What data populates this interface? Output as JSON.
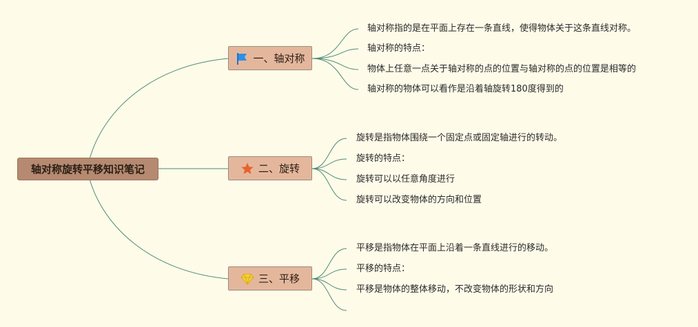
{
  "root": {
    "title": "轴对称旋转平移知识笔记"
  },
  "branches": [
    {
      "label": "一、轴对称",
      "icon": "blue-flag-icon",
      "items": [
        "轴对称指的是在平面上存在一条直线，使得物体关于这条直线对称。",
        "轴对称的特点：",
        "物体上任意一点关于轴对称的点的位置与轴对称的点的位置是相等的",
        "轴对称的物体可以看作是沿着轴旋转180度得到的"
      ]
    },
    {
      "label": "二、旋转",
      "icon": "orange-star-icon",
      "items": [
        "旋转是指物体围绕一个固定点或固定轴进行的转动。",
        "旋转的特点：",
        "旋转可以以任意角度进行",
        "旋转可以改变物体的方向和位置"
      ]
    },
    {
      "label": "三、平移",
      "icon": "yellow-diamond-icon",
      "items": [
        "平移是指物体在平面上沿着一条直线进行的移动。",
        "平移的特点：",
        "平移是物体的整体移动，不改变物体的形状和方向",
        ""
      ]
    }
  ],
  "colors": {
    "background": "#fefbe9",
    "root_fill": "#b58a70",
    "branch_fill": "#e4b79c",
    "connector": "#4f8a76"
  }
}
